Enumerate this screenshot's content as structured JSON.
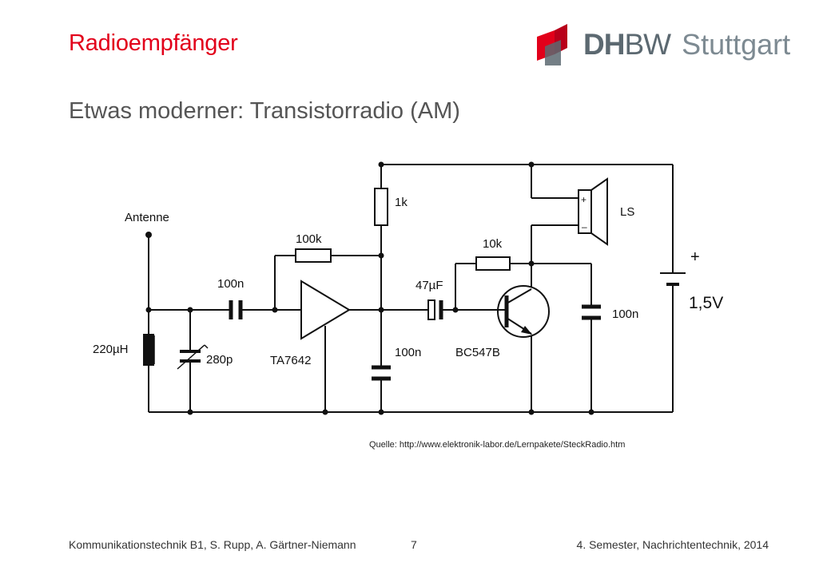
{
  "slide": {
    "title": "Radioempfänger",
    "subtitle": "Etwas moderner: Transistorradio (AM)"
  },
  "logo": {
    "part1": "DH",
    "part2": "BW",
    "city": "Stuttgart",
    "colors": {
      "red": "#e2001a",
      "gray": "#5c6971"
    }
  },
  "circuit": {
    "labels": {
      "antenna": "Antenne",
      "inductor": "220µH",
      "varcap": "280p",
      "cap_input": "100n",
      "amp_feedback": "100k",
      "ic": "TA7642",
      "r_1k": "1k",
      "cap_bypass": "100n",
      "cap_coupling": "47µF",
      "r_10k": "10k",
      "transistor": "BC547B",
      "cap_right": "100n",
      "speaker": "LS",
      "plus_speaker": "+",
      "minus_speaker": "–",
      "battery_plus": "+",
      "battery_voltage": "1,5V"
    }
  },
  "source_note": "Quelle:  http://www.elektronik-labor.de/Lernpakete/SteckRadio.htm",
  "footer": {
    "left": "Kommunikationstechnik B1, S. Rupp, A. Gärtner-Niemann",
    "page": "7",
    "right": "4. Semester, Nachrichtentechnik, 2014"
  }
}
